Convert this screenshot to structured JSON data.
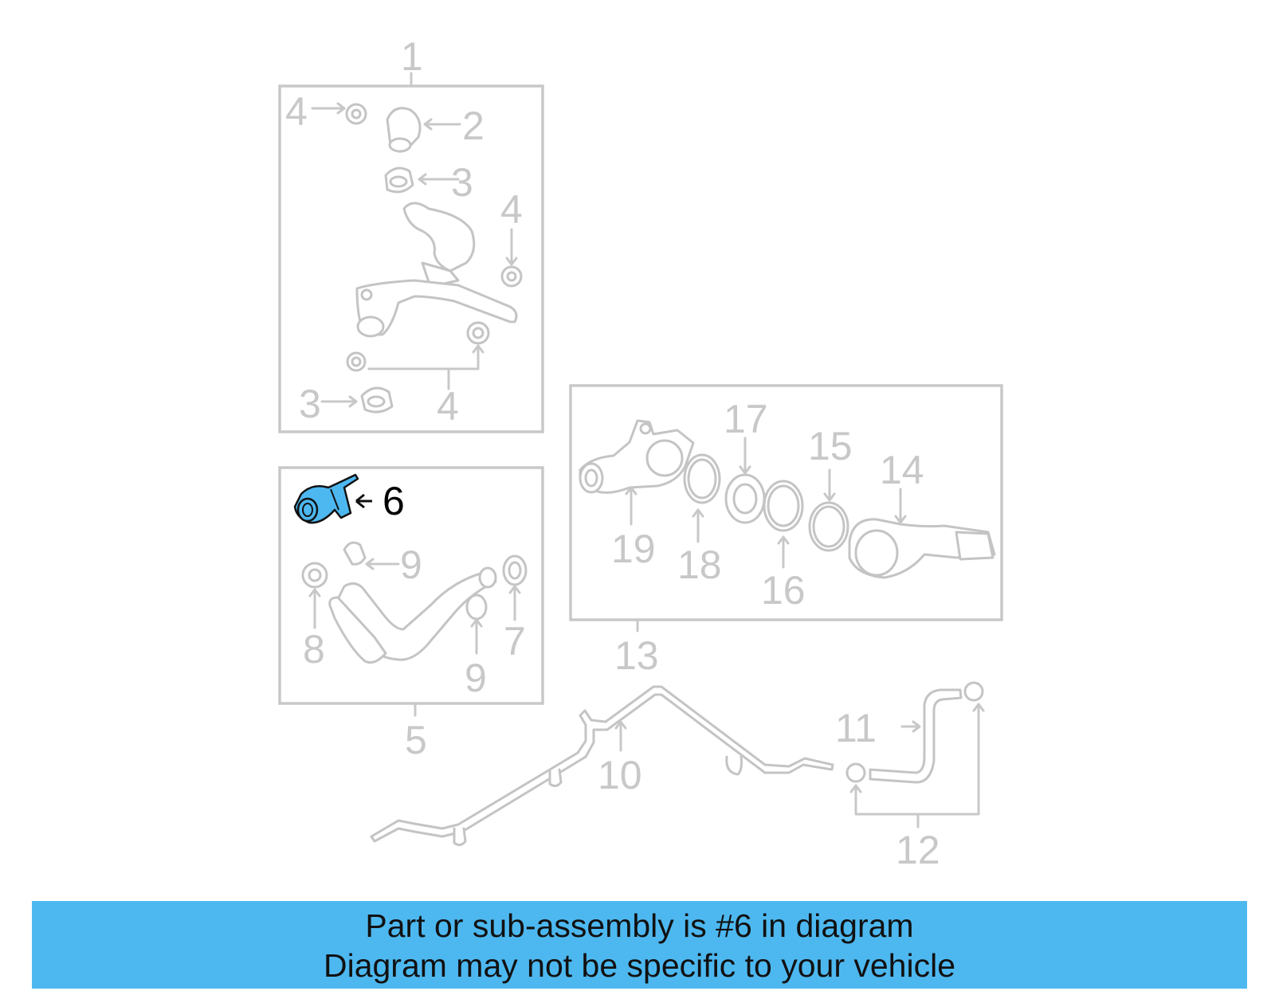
{
  "diagram": {
    "callouts": {
      "c1": "1",
      "c2": "2",
      "c3a": "3",
      "c4a": "4",
      "c4b": "4",
      "c4c": "4",
      "c3b": "3",
      "c5": "5",
      "c6": "6",
      "c9a": "9",
      "c8": "8",
      "c7": "7",
      "c9b": "9",
      "c10": "10",
      "c11": "11",
      "c12": "12",
      "c13": "13",
      "c14": "14",
      "c15": "15",
      "c16": "16",
      "c17": "17",
      "c18": "18",
      "c19": "19"
    },
    "highlight_part": "6",
    "colors": {
      "highlight_fill": "#4db8f0",
      "line_gray": "#c8c8c8",
      "banner": "#4db8f0"
    }
  },
  "banner": {
    "line1": "Part or sub-assembly is #6 in diagram",
    "line2": "Diagram may not be specific to your vehicle"
  }
}
